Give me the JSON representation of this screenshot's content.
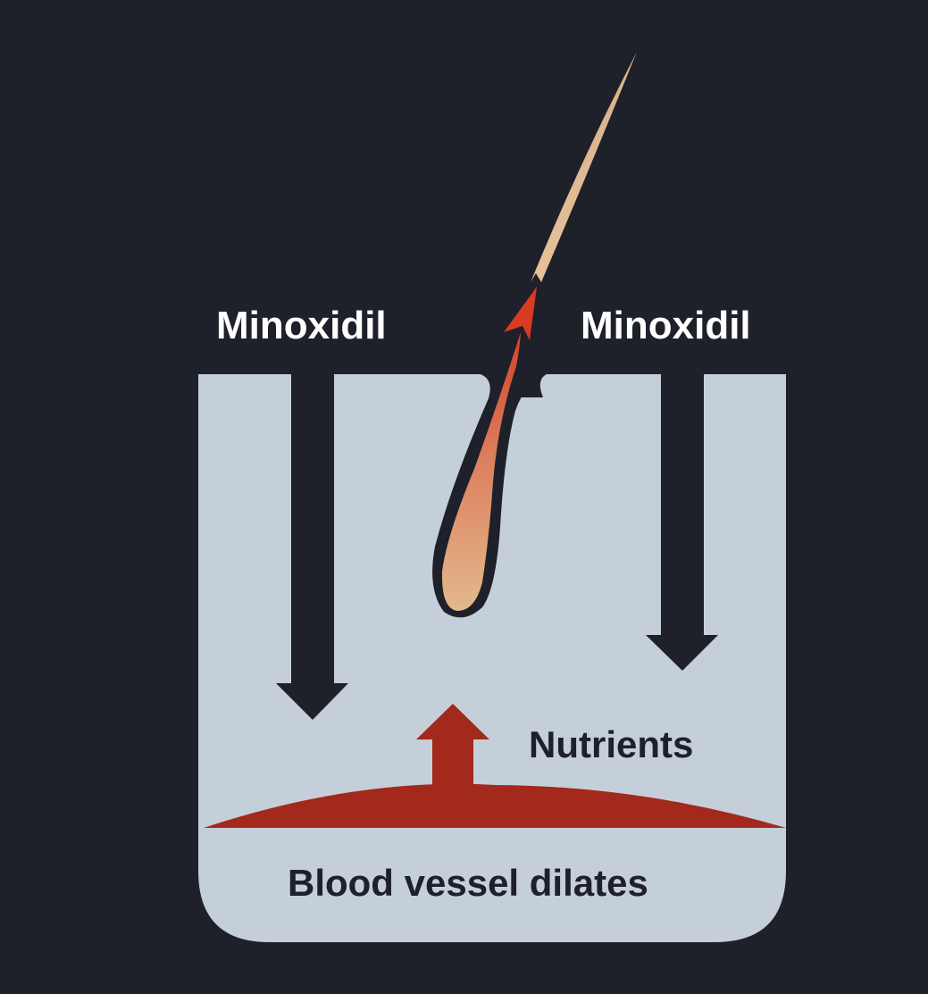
{
  "labels": {
    "minoxidil_left": "Minoxidil",
    "minoxidil_right": "Minoxidil",
    "nutrients": "Nutrients",
    "blood_vessel": "Blood vessel dilates"
  },
  "colors": {
    "background": "#1e202a",
    "skin": "#c5cfd9",
    "blood_vessel": "#a2291c",
    "growth_arrow": "#d83a22",
    "hair_shaft": "#e3bf97",
    "follicle_bulb": "#e3b98c",
    "dark_arrow": "#1e202a"
  },
  "icons": {
    "minoxidil_arrows": "arrow-down-icon",
    "nutrients_arrow": "arrow-up-icon",
    "growth_arrow": "arrow-up-icon"
  }
}
